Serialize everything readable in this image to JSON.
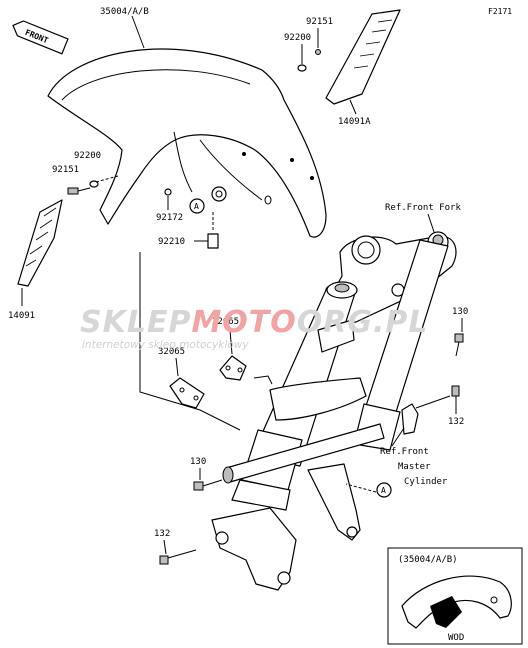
{
  "diagram_code": "F2171",
  "front_arrow": "FRONT",
  "part_numbers": {
    "fender": "35004/A/B",
    "bolt_top": "92151",
    "washer_top": "92200",
    "cover_right": "14091A",
    "washer_left": "92200",
    "bolt_left": "92151",
    "collar": "92172",
    "nut_clip": "92210",
    "cover_left": "14091",
    "bracket_upper": "32065",
    "bracket_lower": "32065",
    "bolt_right": "130",
    "bolt_right_lower": "132",
    "bolt_left_lower": "130",
    "bolt_bottom": "132"
  },
  "references": {
    "front_fork": "Ref.Front Fork",
    "master_cylinder_l1": "Ref.Front",
    "master_cylinder_l2": "Master",
    "master_cylinder_l3": "Cylinder"
  },
  "callouts": {
    "a_upper": "A",
    "a_lower": "A"
  },
  "inset": {
    "title": "(35004/A/B)",
    "caption": "WOD"
  },
  "watermark": {
    "brand_grey_1": "SKLEP",
    "brand_red_1": "MOTO",
    "brand_grey_2": "ORG",
    "brand_red_2": ".PL",
    "tagline": "internetowy sklep motocyklowy"
  }
}
